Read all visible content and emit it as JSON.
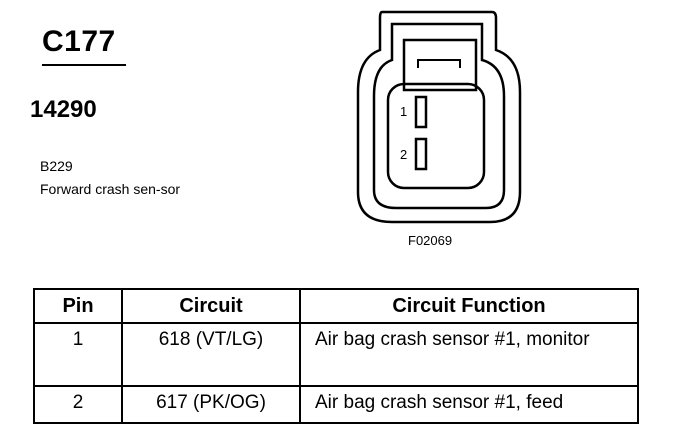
{
  "header": {
    "connector_id": "C177",
    "part_number": "14290",
    "component_code": "B229",
    "component_name": "Forward crash sen-sor"
  },
  "diagram": {
    "pin_labels": [
      "1",
      "2"
    ],
    "figure_code": "F02069"
  },
  "table": {
    "columns": [
      "Pin",
      "Circuit",
      "Circuit Function"
    ],
    "rows": [
      {
        "pin": "1",
        "circuit": "618 (VT/LG)",
        "function": "Air bag crash sensor #1, monitor"
      },
      {
        "pin": "2",
        "circuit": "617 (PK/OG)",
        "function": "Air bag crash sensor #1, feed"
      }
    ]
  }
}
